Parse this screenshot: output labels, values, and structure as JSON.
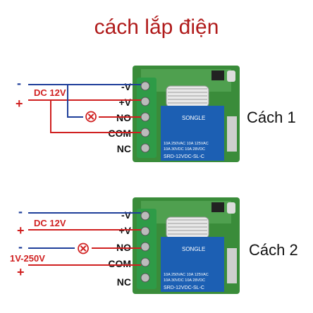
{
  "title": "cách lắp điện",
  "diagrams": [
    {
      "caption": "Cách 1",
      "terminals": [
        "-V",
        "+V",
        "NO",
        "COM",
        "NC"
      ],
      "supply_label": "DC 12V",
      "left_minus": "-",
      "left_plus": "+",
      "lamp_symbol": "⊗"
    },
    {
      "caption": "Cách 2",
      "terminals": [
        "-V",
        "+V",
        "NO",
        "COM",
        "NC"
      ],
      "supply_label": "DC 12V",
      "load_supply_label": "1V-250V",
      "left_minus": "-",
      "left_plus": "+",
      "left_minus_2": "-",
      "left_plus_2": "+",
      "lamp_symbol": "⊗"
    }
  ],
  "relay": {
    "brand": "SONGLE",
    "spec_1": "10A 250VAC  10A 125VAC",
    "spec_2": "10A 30VDC   10A 28VDC",
    "model": "SRD-12VDC-SL-C"
  },
  "colors": {
    "title": "#b01b1b",
    "blue_wire": "#1f3f9a",
    "red_wire": "#d02020",
    "terminal_green": "#2e9b47",
    "pcb_green": "#3a8c3a",
    "relay_blue": "#1c5fb3"
  }
}
